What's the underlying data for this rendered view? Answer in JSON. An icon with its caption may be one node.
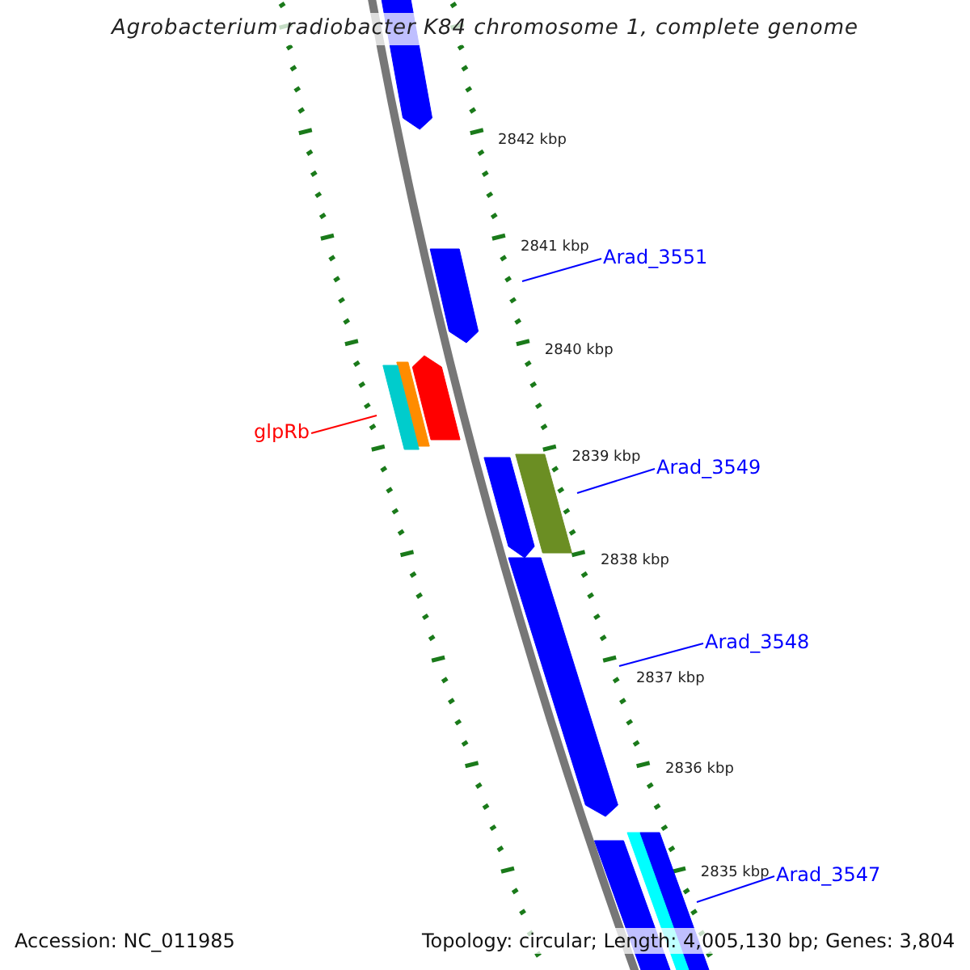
{
  "diagram": {
    "title": "Agrobacterium radiobacter K84 chromosome 1, complete genome",
    "nodes": [
      {
        "text": [
          "Arad_3551"
        ]
      },
      {
        "text": [
          "glpRb"
        ]
      },
      {
        "text": [
          "Arad_3549"
        ]
      },
      {
        "text": [
          "Arad_3548"
        ]
      },
      {
        "text": [
          "Arad_3547"
        ]
      }
    ],
    "edges": [
      {
        "from": 0,
        "to": null,
        "arrow": "none"
      },
      {
        "from": 1,
        "to": null,
        "arrow": "none",
        "color": "#ff0000"
      },
      {
        "from": 2,
        "to": null,
        "arrow": "none"
      },
      {
        "from": 3,
        "to": null,
        "arrow": "none"
      },
      {
        "from": 4,
        "to": null,
        "arrow": "none"
      }
    ],
    "labels": [
      "2842 kbp",
      "2841 kbp",
      "2840 kbp",
      "2839 kbp",
      "2838 kbp",
      "2837 kbp",
      "2836 kbp",
      "2835 kbp",
      "Accession: NC_011985",
      "Topology: circular; Length: 4,005,130 bp; Genes: 3,804"
    ]
  }
}
